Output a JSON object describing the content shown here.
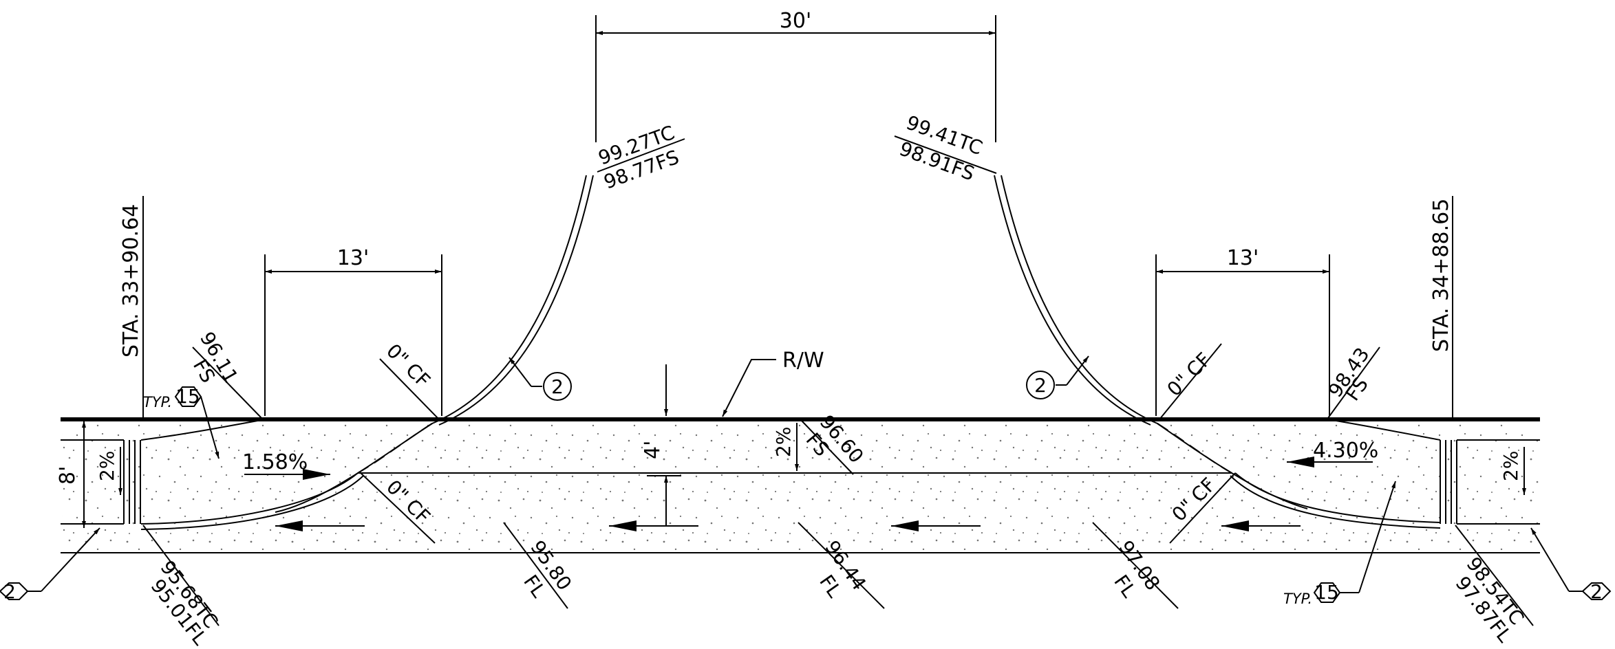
{
  "dimensions": {
    "top": "30'",
    "left_13": "13'",
    "right_13": "13'",
    "width_8": "8'",
    "width_4": "4'"
  },
  "stations": {
    "left": "STA. 33+90.64",
    "right": "STA. 34+88.65"
  },
  "rw_label": "R/W",
  "slopes": {
    "left": "1.58%",
    "right": "4.30%",
    "left_cross": "2%",
    "center_cross": "2%",
    "right_cross": "2%"
  },
  "cf_labels": {
    "upper_left": "0\" CF",
    "lower_left": "0\" CF",
    "upper_right": "0\" CF",
    "lower_right": "0\" CF"
  },
  "elevations": {
    "left_curb_top_1": "99.27TC",
    "left_curb_top_2": "98.77FS",
    "right_curb_top_1": "99.41TC",
    "right_curb_top_2": "98.91FS",
    "left_fs_1": "96.11",
    "left_fs_2": "FS",
    "right_fs_1": "98.43",
    "right_fs_2": "FS",
    "center_fs_1": "96.60",
    "center_fs_2": "FS",
    "bottom_left_1": "95.68TC",
    "bottom_left_2": "95.01FL",
    "bottom_right_1": "98.54TC",
    "bottom_right_2": "97.87FL",
    "fl_1_1": "95.80",
    "fl_1_2": "FL",
    "fl_2_1": "96.44",
    "fl_2_2": "FL",
    "fl_3_1": "97.08",
    "fl_3_2": "FL"
  },
  "callouts": {
    "circle_left": "2",
    "circle_right": "2",
    "hex_left": "2",
    "hex_right": "2",
    "typ_left_label": "TYP.",
    "typ_left_num": "15",
    "typ_right_label": "TYP.",
    "typ_right_num": "15"
  }
}
